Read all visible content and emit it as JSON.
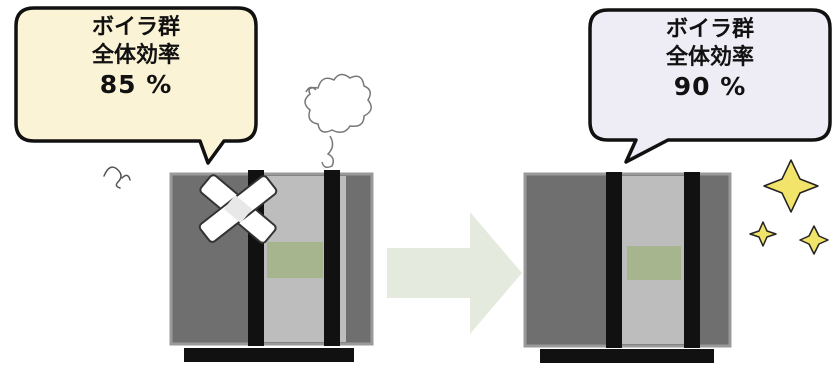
{
  "before": {
    "speech": {
      "line1": "ボイラ群",
      "line2": "全体効率",
      "line3": "85 %"
    },
    "bubble_fill": "#fbf3d6",
    "state": "damaged"
  },
  "after": {
    "speech": {
      "line1": "ボイラ群",
      "line2": "全体効率",
      "line3": "90 %"
    },
    "bubble_fill": "#eeedf6",
    "state": "repaired"
  },
  "colors": {
    "boiler_outer": "#6f6f6f",
    "boiler_inner": "#bdbdbd",
    "boiler_panel": "#a6b58d",
    "pipe": "#111111",
    "arrow": "#e4ebde",
    "sparkle": "#f2e36a"
  },
  "icons": {
    "transition": "right-arrow-icon",
    "before_decoration": [
      "bandage-icon",
      "smoke-cloud-icon",
      "sigh-icon"
    ],
    "after_decoration": [
      "sparkle-icon"
    ]
  }
}
